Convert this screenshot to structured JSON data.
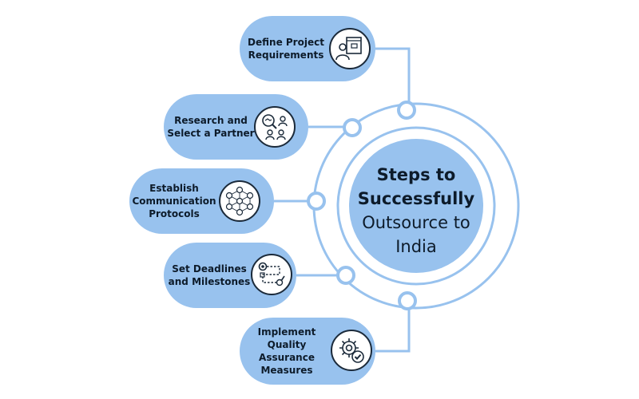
{
  "diagram": {
    "center": {
      "line1": "Steps to",
      "line2": "Successfully",
      "line3": "Outsource to",
      "line4": "India"
    },
    "steps": [
      {
        "lines": [
          "Define Project",
          "Requirements"
        ],
        "icon": "person-computer-icon"
      },
      {
        "lines": [
          "Research and",
          "Select a Partner"
        ],
        "icon": "handshake-team-icon"
      },
      {
        "lines": [
          "Establish",
          "Communication",
          "Protocols"
        ],
        "icon": "network-people-icon"
      },
      {
        "lines": [
          "Set Deadlines",
          "and Milestones"
        ],
        "icon": "milestone-path-icon"
      },
      {
        "lines": [
          "Implement",
          "Quality",
          "Assurance",
          "Measures"
        ],
        "icon": "gear-check-icon"
      }
    ],
    "colors": {
      "pill": "#98c2ee",
      "center": "#98c2ee",
      "line": "#98c2ee",
      "text": "#0d1b2a"
    }
  }
}
